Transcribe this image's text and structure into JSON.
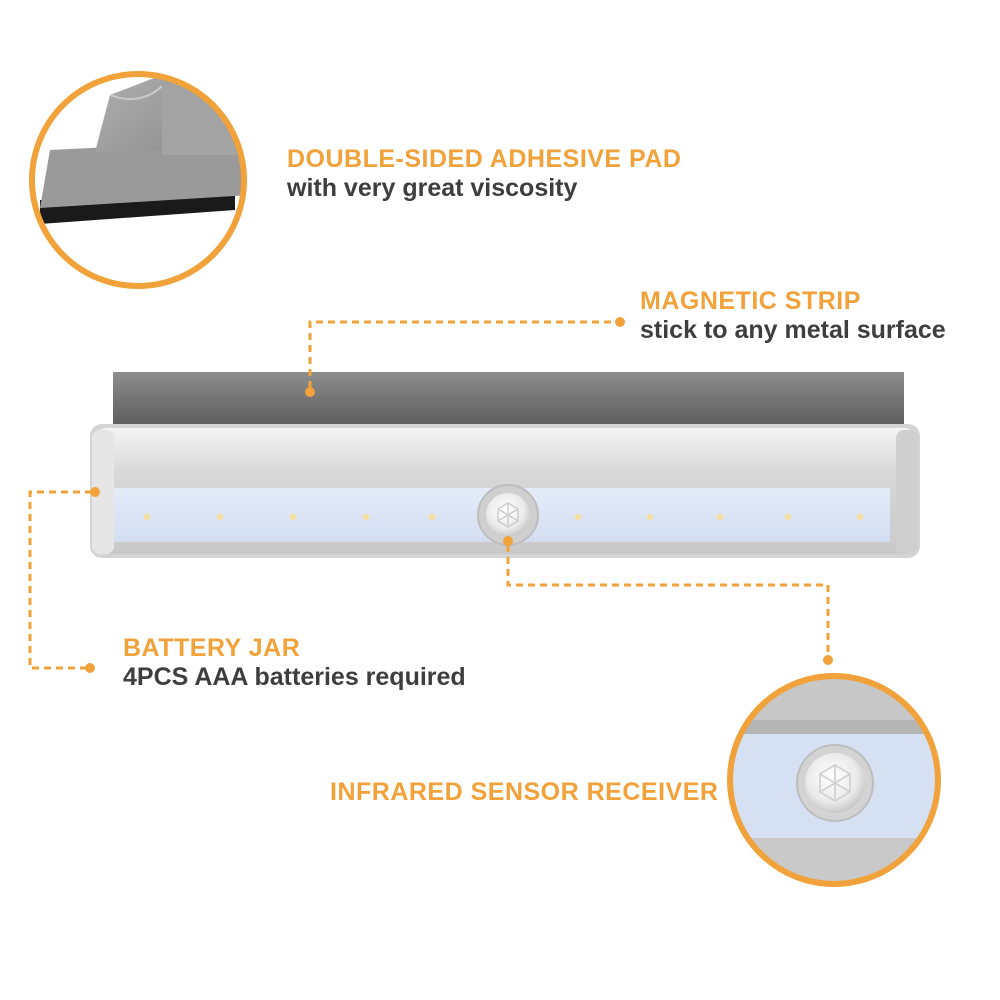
{
  "accent_color": "#f2a23a",
  "callouts": {
    "adhesive_pad": {
      "title": "DOUBLE-SIDED ADHESIVE PAD",
      "subtitle": "with very great viscosity"
    },
    "magnetic_strip": {
      "title": "MAGNETIC STRIP",
      "subtitle": "stick to any metal surface"
    },
    "battery_jar": {
      "title": "BATTERY JAR",
      "subtitle": "4PCS AAA batteries required"
    },
    "infrared_sensor": {
      "title": "INFRARED SENSOR RECEIVER"
    }
  },
  "icons": {
    "adhesive_pad": "adhesive-pad-icon",
    "sensor": "pir-sensor-icon",
    "led": "led-icon"
  }
}
